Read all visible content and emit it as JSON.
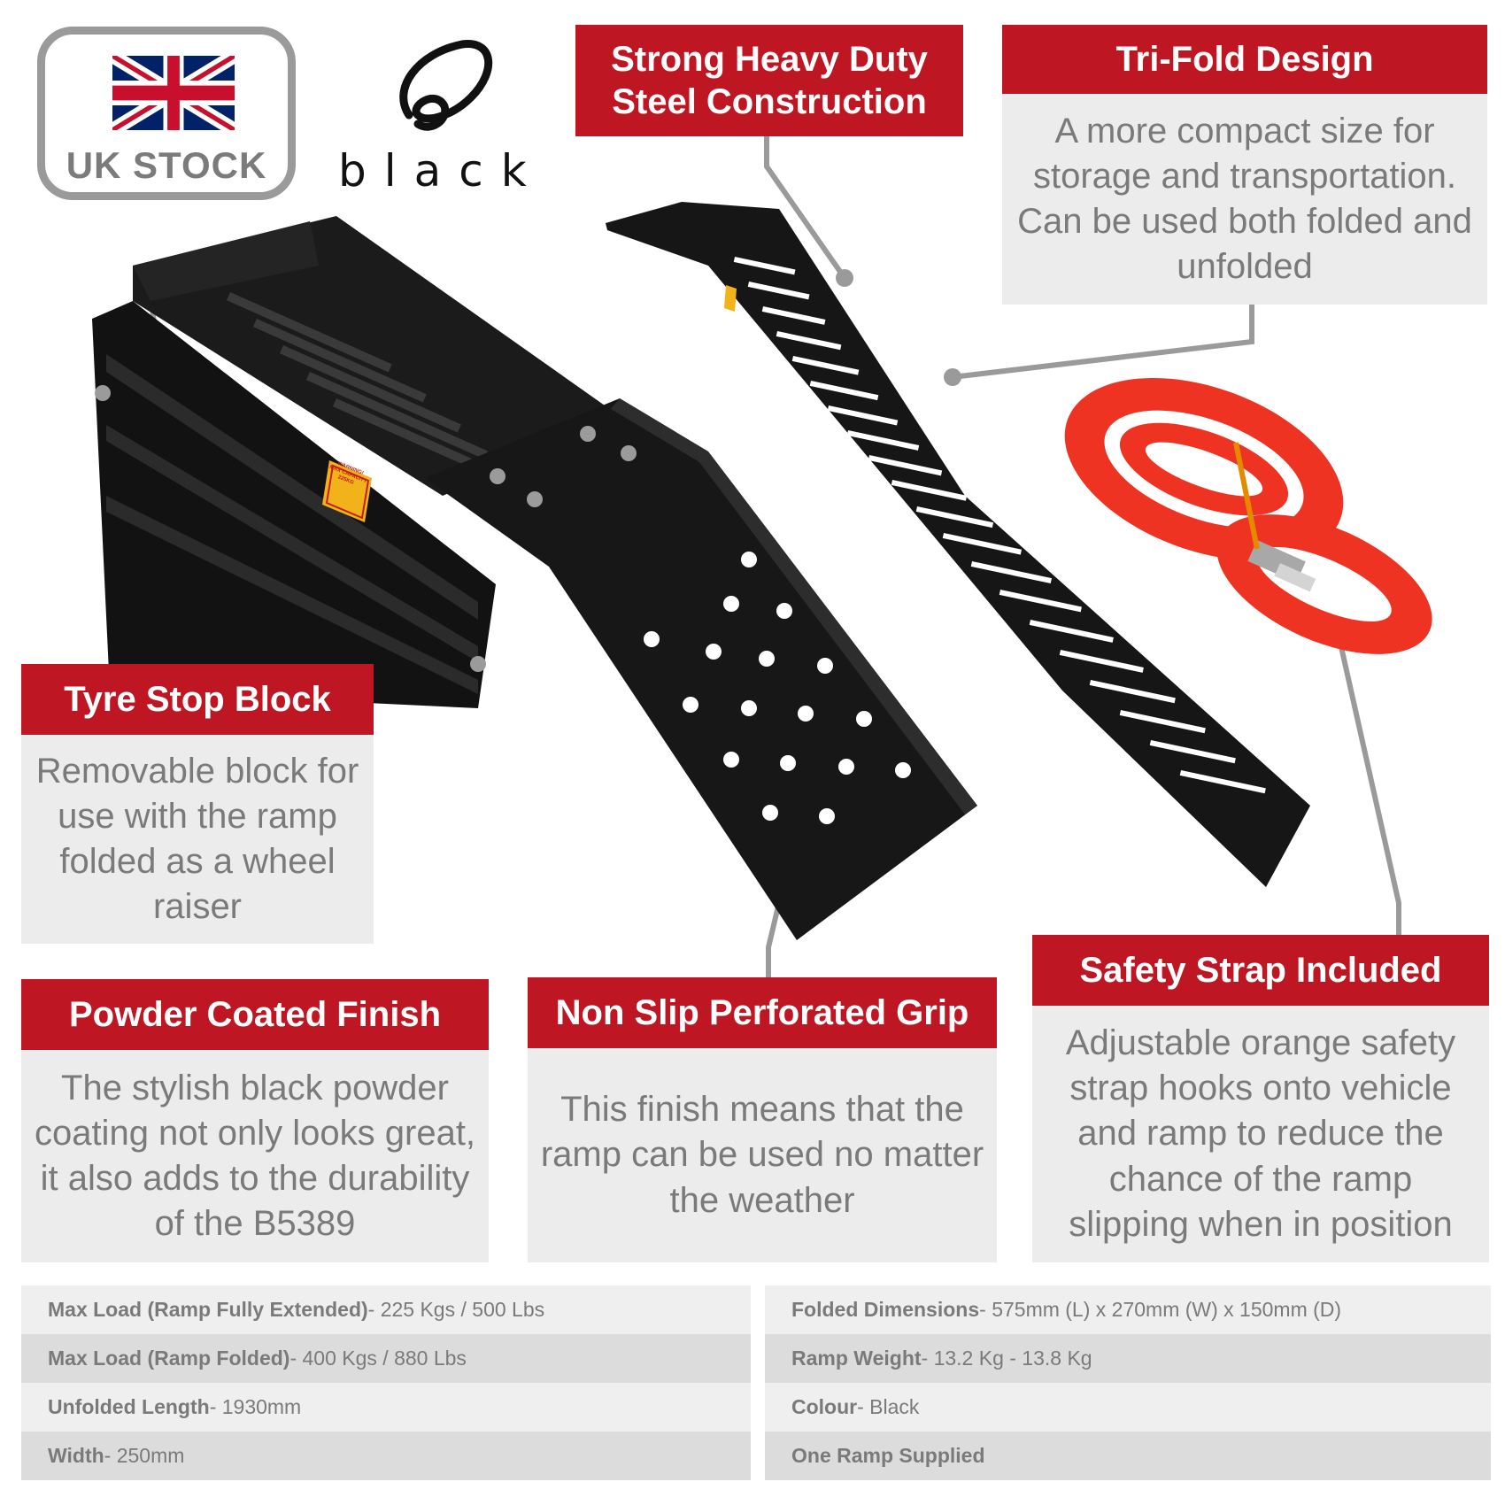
{
  "badge": {
    "text": "UK STOCK"
  },
  "brand": {
    "name": "black"
  },
  "callouts": {
    "steel": {
      "title": "Strong Heavy Duty Steel Construction"
    },
    "trifold": {
      "title": "Tri-Fold Design",
      "body": "A more compact size for storage and transportation. Can be used both folded and unfolded"
    },
    "tyre": {
      "title": "Tyre Stop Block",
      "body": "Removable block for use with the ramp folded as a wheel raiser"
    },
    "powder": {
      "title": "Powder Coated Finish",
      "body": "The stylish black powder coating not only looks great, it also adds to the durability of the B5389"
    },
    "nonslip": {
      "title": "Non Slip Perforated Grip",
      "body": "This finish means that the ramp can be used no matter the weather"
    },
    "safety": {
      "title": "Safety Strap Included",
      "body": "Adjustable orange safety strap hooks onto vehicle and ramp to reduce the chance of the ramp slipping when in position"
    }
  },
  "warning_label": {
    "line1": "WARNING!",
    "line2": "MAX CAPACITY",
    "line3": "225KG"
  },
  "specs_left": [
    {
      "label": "Max Load (Ramp Fully Extended)",
      "value": " - 225 Kgs / 500 Lbs"
    },
    {
      "label": "Max Load (Ramp Folded)",
      "value": " - 400 Kgs / 880 Lbs"
    },
    {
      "label": "Unfolded Length",
      "value": " - 1930mm"
    },
    {
      "label": "Width",
      "value": " - 250mm"
    }
  ],
  "specs_right": [
    {
      "label": "Folded Dimensions",
      "value": " - 575mm (L) x 270mm (W) x 150mm (D)"
    },
    {
      "label": "Ramp Weight",
      "value": " - 13.2 Kg - 13.8 Kg"
    },
    {
      "label": "Colour",
      "value": " - Black"
    },
    {
      "label": "One Ramp Supplied",
      "value": ""
    }
  ],
  "colors": {
    "accent": "#be1622",
    "panel": "#ececec",
    "text": "#7a7a7a",
    "strap": "#ee3322"
  }
}
